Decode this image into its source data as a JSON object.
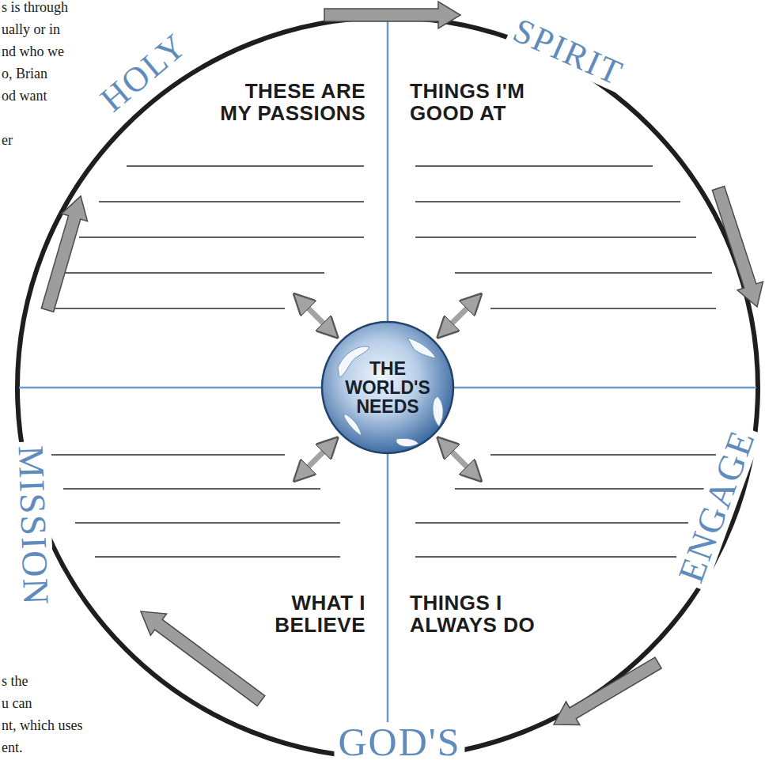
{
  "diagram": {
    "nodes": [
      {
        "text": [
          "THESE ARE MY PASSIONS"
        ]
      },
      {
        "text": [
          "THINGS I'M GOOD AT"
        ]
      },
      {
        "text": [
          "THE WORLD'S NEEDS"
        ]
      },
      {
        "text": [
          "WHAT I BELIEVE"
        ]
      },
      {
        "text": [
          "THINGS I ALWAYS DO"
        ]
      }
    ],
    "edges": [
      {
        "from": 2,
        "to": 0,
        "arrow": "both"
      },
      {
        "from": 2,
        "to": 1,
        "arrow": "both"
      },
      {
        "from": 2,
        "to": 3,
        "arrow": "both"
      },
      {
        "from": 2,
        "to": 4,
        "arrow": "both"
      }
    ],
    "labels": [
      "s is through",
      "ually or in",
      "nd who we",
      "o, Brian",
      "od want",
      "er",
      "HOLY",
      "SPIRIT",
      "ENGAGE",
      "GOD'S",
      "MISSION",
      "s the",
      "u can",
      "nt, which uses",
      "ent."
    ]
  }
}
